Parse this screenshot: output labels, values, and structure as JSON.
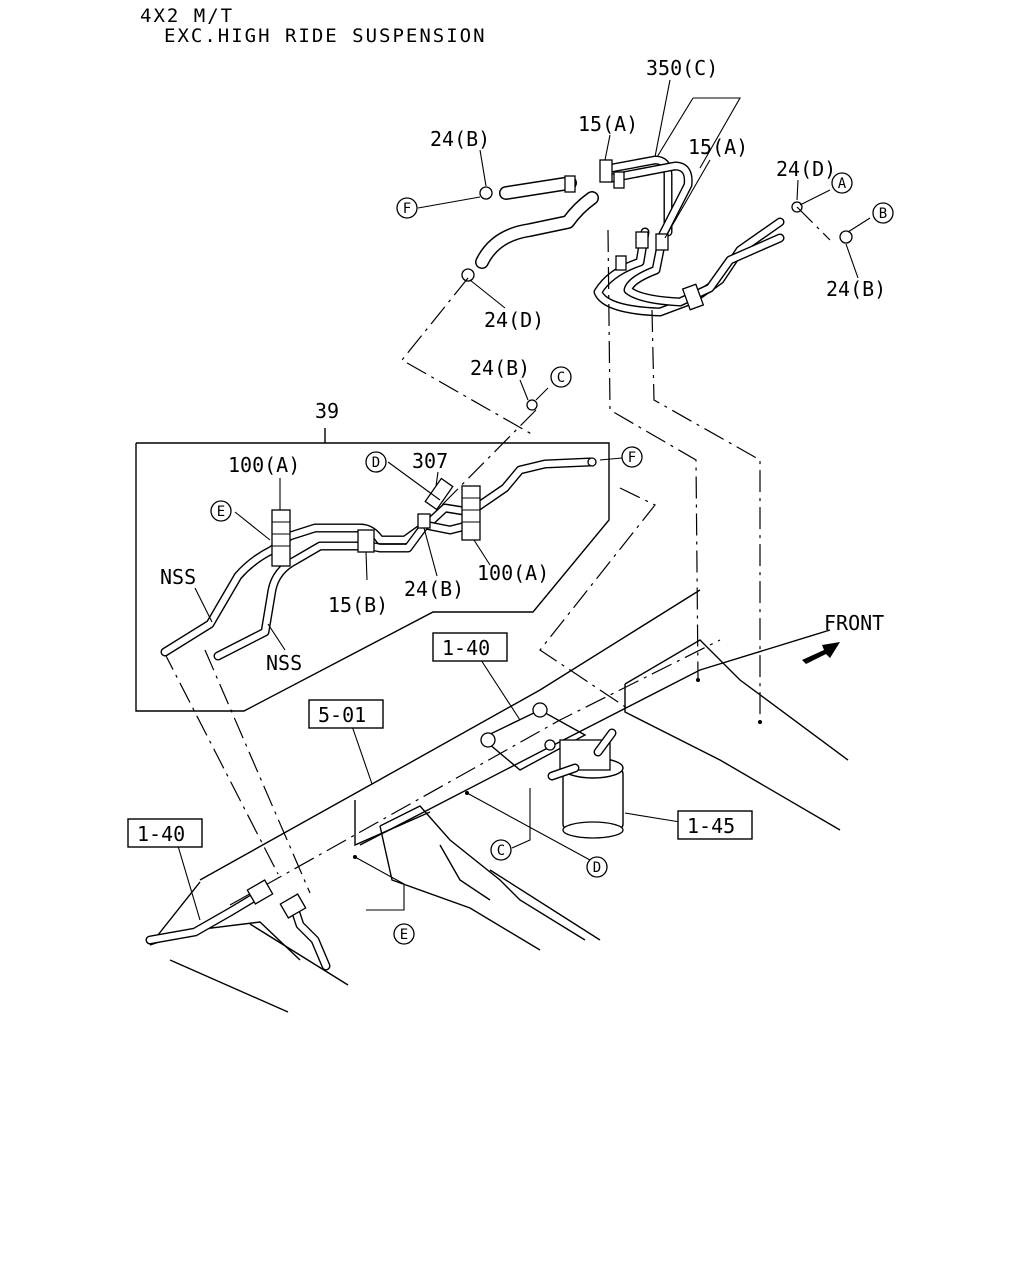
{
  "header": {
    "line1": "4X2 M/T",
    "line2": "EXC.HIGH RIDE SUSPENSION"
  },
  "labels": {
    "p350c": "350(C)",
    "p15a_1": "15(A)",
    "p15a_2": "15(A)",
    "p24b_top": "24(B)",
    "p24d_right": "24(D)",
    "p24b_right": "24(B)",
    "p24d_mid": "24(D)",
    "p24b_mid": "24(B)",
    "p39": "39",
    "p100a_left": "100(A)",
    "p307": "307",
    "p100a_right": "100(A)",
    "p15b": "15(B)",
    "p24b_box": "24(B)",
    "nss_1": "NSS",
    "nss_2": "NSS",
    "front": "FRONT"
  },
  "refs": {
    "ref_1_40_a": "1-40",
    "ref_5_01": "5-01",
    "ref_1_40_b": "1-40",
    "ref_1_45": "1-45"
  },
  "callouts": {
    "A": "A",
    "B": "B",
    "C": "C",
    "D": "D",
    "E": "E",
    "F": "F"
  },
  "icons": {
    "front_arrow": "front-arrow-icon"
  }
}
